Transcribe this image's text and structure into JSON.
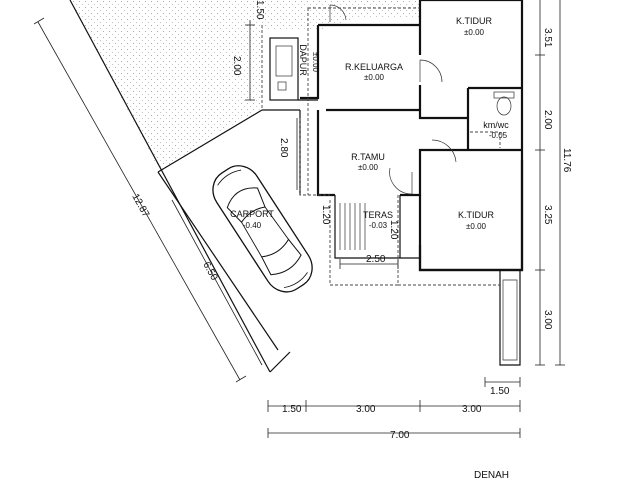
{
  "plan": {
    "caption": "DENAH",
    "rooms": {
      "k_tidur_top": {
        "name": "K.TIDUR",
        "level": "±0.00"
      },
      "r_keluarga": {
        "name": "R.KELUARGA",
        "level": "±0.00"
      },
      "dapur": {
        "name": "DAPUR",
        "level": "±0.00"
      },
      "kmwc": {
        "name": "km/wc",
        "level": "-0.05"
      },
      "r_tamu": {
        "name": "R.TAMU",
        "level": "±0.00"
      },
      "teras": {
        "name": "TERAS",
        "level": "-0.03"
      },
      "k_tidur_bottom": {
        "name": "K.TIDUR",
        "level": "±0.00"
      },
      "carport": {
        "name": "CARPORT",
        "level": "-0.40"
      }
    },
    "dimensions": {
      "site_diagonal": "12.87",
      "site_side": "6.50",
      "right_top": "3.51",
      "right_mid": "2.00",
      "right_lower": "3.25",
      "right_bottom": "3.00",
      "right_total": "11.76",
      "dapur_width": "1.50",
      "dapur_depth": "2.00",
      "tamu_depth": "2.80",
      "teras_left": "1.20",
      "teras_right": "1.20",
      "teras_width": "2.50",
      "bottom_right_offset": "1.50",
      "bottom_seg1": "1.50",
      "bottom_seg2": "3.00",
      "bottom_seg3": "3.00",
      "bottom_total": "7.00"
    }
  }
}
